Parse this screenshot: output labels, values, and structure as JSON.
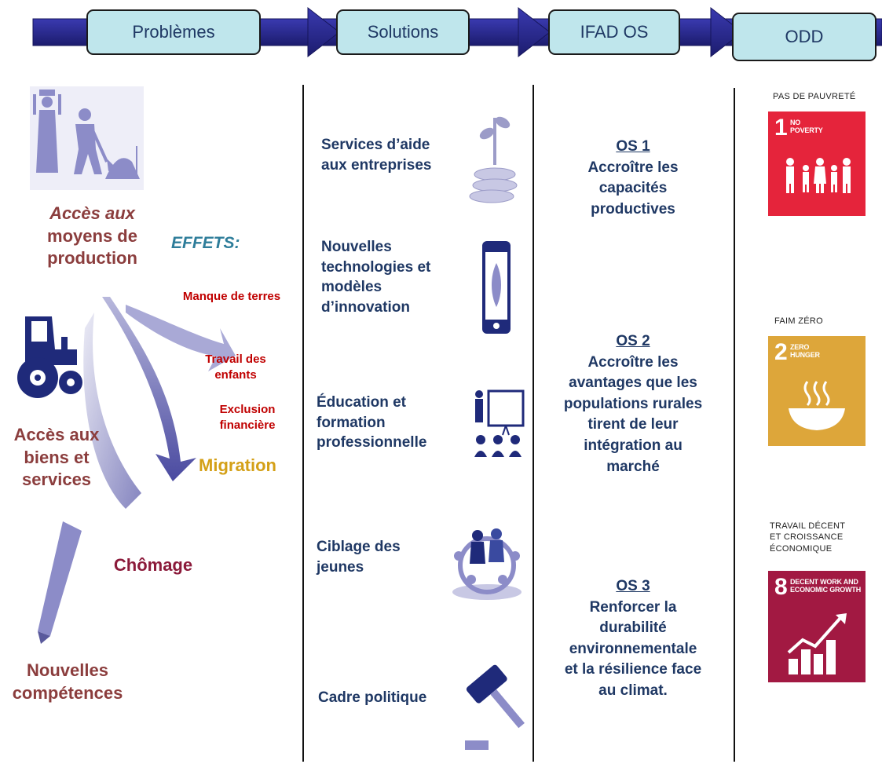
{
  "header": {
    "steps": [
      "Problèmes",
      "Solutions",
      "IFAD OS",
      "ODD"
    ]
  },
  "problems": {
    "acces_moyens": "Accès aux moyens de production",
    "acces_moyens_line1": "Accès aux",
    "acces_moyens_line2": "moyens de",
    "acces_moyens_line3": "production",
    "acces_biens_line1": "Accès aux",
    "acces_biens_line2": "biens et",
    "acces_biens_line3": "services",
    "competences_line1": "Nouvelles",
    "competences_line2": "compétences",
    "chomage": "Chômage"
  },
  "effets": {
    "title": "EFFETS:",
    "manque_terres": "Manque de terres",
    "travail_line1": "Travail des",
    "travail_line2": "enfants",
    "exclusion_line1": "Exclusion",
    "exclusion_line2": "financière",
    "migration": "Migration"
  },
  "solutions": {
    "s1_line1": "Services d’aide",
    "s1_line2": "aux entreprises",
    "s2_line1": "Nouvelles",
    "s2_line2": "technologies et",
    "s2_line3": "modèles",
    "s2_line4": "d’innovation",
    "s3_line1": "Éducation et",
    "s3_line2": "formation",
    "s3_line3": "professionnelle",
    "s4_line1": "Ciblage des",
    "s4_line2": "jeunes",
    "s5": "Cadre politique"
  },
  "os": {
    "os1_num": "OS 1",
    "os1_line1": "Accroître les",
    "os1_line2": "capacités",
    "os1_line3": "productives",
    "os2_num": "OS 2",
    "os2_line1": "Accroître les",
    "os2_line2": "avantages que les",
    "os2_line3": "populations rurales",
    "os2_line4": "tirent de leur",
    "os2_line5": "intégration au",
    "os2_line6": "marché",
    "os3_num": "OS 3",
    "os3_line1": "Renforcer la",
    "os3_line2": "durabilité",
    "os3_line3": "environnementale",
    "os3_line4": "et la résilience face",
    "os3_line5": "au climat."
  },
  "odd": {
    "sdg1_label": "PAS DE PAUVRETÉ",
    "sdg1_num": "1",
    "sdg1_text_line1": "NO",
    "sdg1_text_line2": "POVERTY",
    "sdg2_label": "FAIM ZÉRO",
    "sdg2_num": "2",
    "sdg2_text_line1": "ZERO",
    "sdg2_text_line2": "HUNGER",
    "sdg8_label_line1": "TRAVAIL DÉCENT",
    "sdg8_label_line2": "ET CROISSANCE",
    "sdg8_label_line3": "ÉCONOMIQUE",
    "sdg8_num": "8",
    "sdg8_text_line1": "DECENT WORK AND",
    "sdg8_text_line2": "ECONOMIC GROWTH"
  },
  "colors": {
    "arrow": "#2e2e8c",
    "box": "#bfe6ec",
    "problem_text": "#8b3d3d",
    "effect_text": "#c00000",
    "migration": "#d4a017",
    "navy_text": "#1f3864",
    "sdg1": "#e5243b",
    "sdg2": "#dda63a",
    "sdg8": "#a21942",
    "icon_lavender": "#8c8cc8"
  }
}
